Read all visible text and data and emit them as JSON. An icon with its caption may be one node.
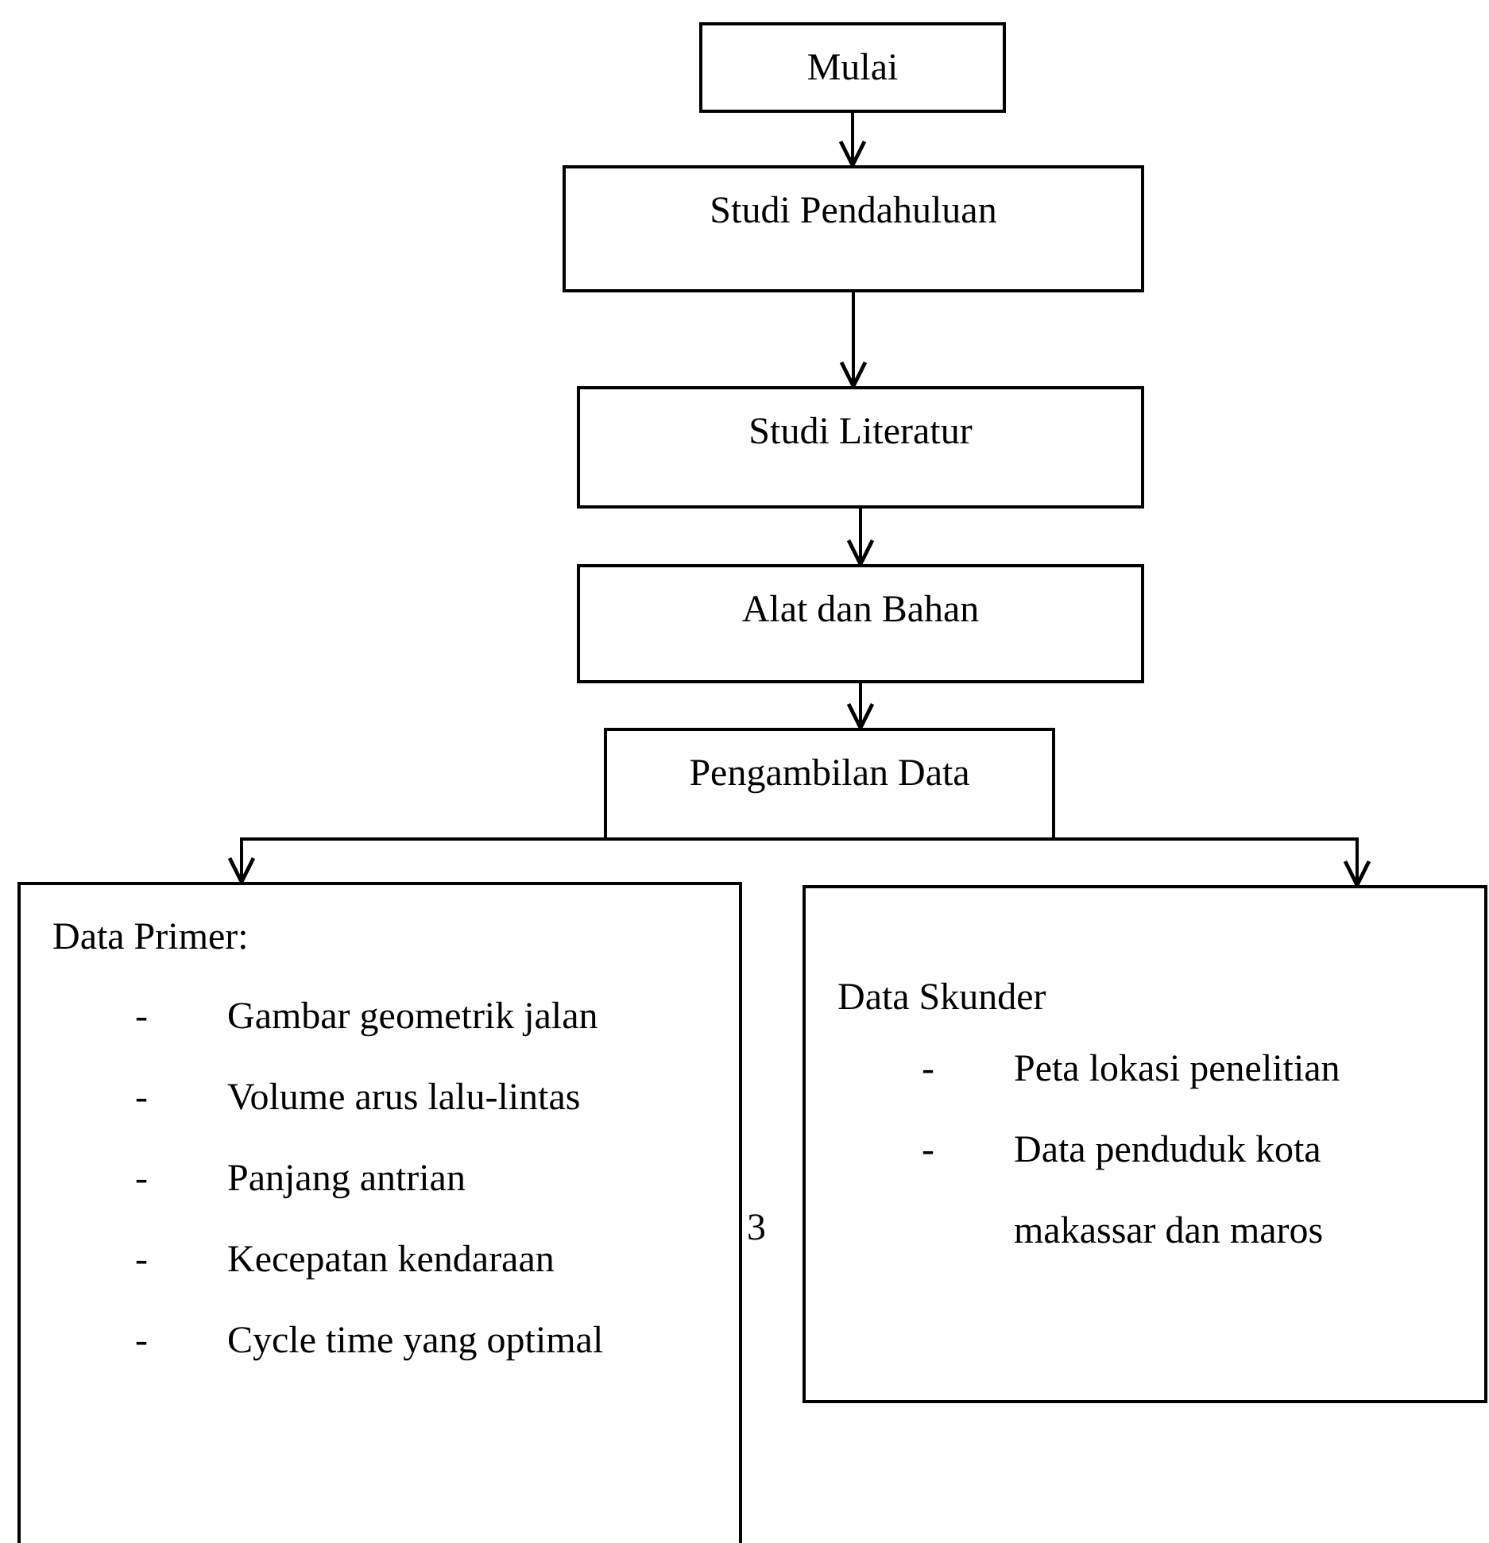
{
  "diagram": {
    "nodes": [
      {
        "text": [
          "Mulai"
        ]
      },
      {
        "text": [
          "Studi Pendahuluan"
        ]
      },
      {
        "text": [
          "Studi Literatur"
        ]
      },
      {
        "text": [
          "Alat dan Bahan"
        ]
      },
      {
        "text": [
          "Pengambilan Data"
        ]
      },
      {
        "text": [
          "Data Primer:",
          "-\tGambar geometrik jalan",
          "-\tVolume arus lalu-lintas",
          "-\tPanjang antrian",
          "-\tKecepatan kendaraan",
          "-\tCycle time yang optimal"
        ]
      },
      {
        "text": [
          "Data Skunder",
          "-\tPeta lokasi penelitian",
          "-\tData penduduk kota makassar dan maros"
        ]
      }
    ],
    "edges": [
      {
        "from": 0,
        "to": 1,
        "arrow": "to"
      },
      {
        "from": 1,
        "to": 2,
        "arrow": "to"
      },
      {
        "from": 2,
        "to": 3,
        "arrow": "to"
      },
      {
        "from": 3,
        "to": 4,
        "arrow": "to"
      },
      {
        "from": 4,
        "to": 5,
        "arrow": "to"
      },
      {
        "from": 4,
        "to": 6,
        "arrow": "to"
      }
    ],
    "labels": [
      "3"
    ]
  }
}
